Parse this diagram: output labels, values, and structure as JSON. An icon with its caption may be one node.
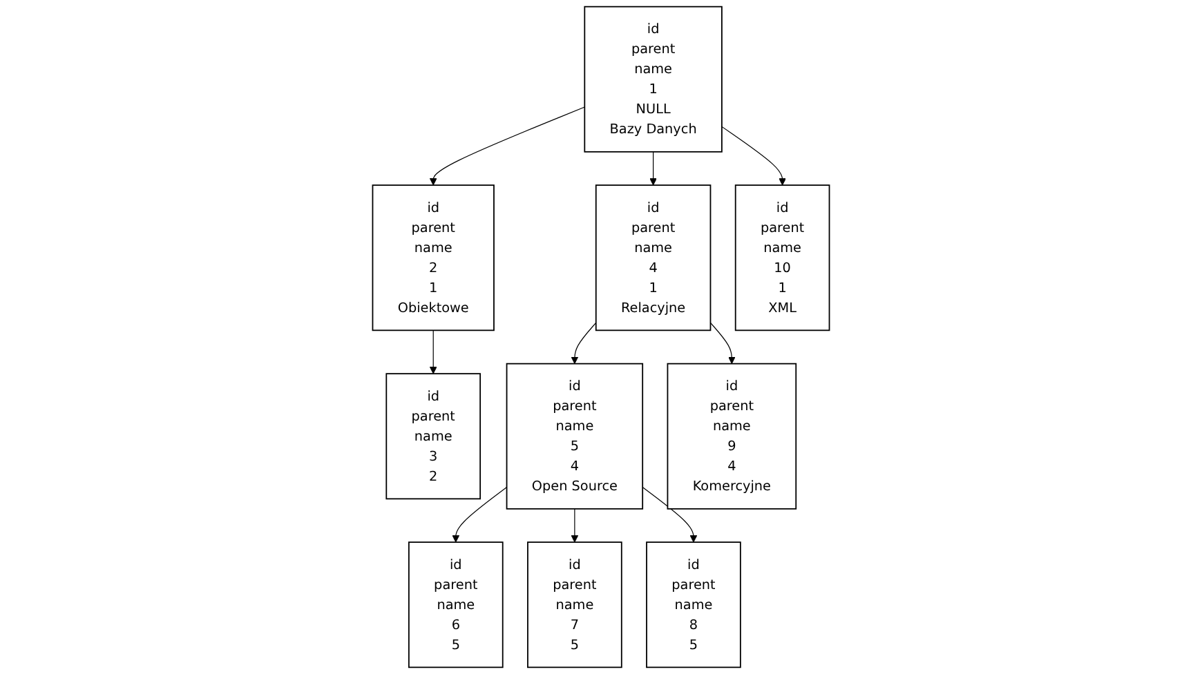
{
  "diagram": {
    "nodes": [
      {
        "text": [
          "id",
          "parent",
          "name",
          "1",
          "NULL",
          "Bazy Danych"
        ]
      },
      {
        "text": [
          "id",
          "parent",
          "name",
          "2",
          "1",
          "Obiektowe"
        ]
      },
      {
        "text": [
          "id",
          "parent",
          "name",
          "4",
          "1",
          "Relacyjne"
        ]
      },
      {
        "text": [
          "id",
          "parent",
          "name",
          "10",
          "1",
          "XML"
        ]
      },
      {
        "text": [
          "id",
          "parent",
          "name",
          "3",
          "2"
        ]
      },
      {
        "text": [
          "id",
          "parent",
          "name",
          "5",
          "4",
          "Open Source"
        ]
      },
      {
        "text": [
          "id",
          "parent",
          "name",
          "9",
          "4",
          "Komercyjne"
        ]
      },
      {
        "text": [
          "id",
          "parent",
          "name",
          "6",
          "5"
        ]
      },
      {
        "text": [
          "id",
          "parent",
          "name",
          "7",
          "5"
        ]
      },
      {
        "text": [
          "id",
          "parent",
          "name",
          "8",
          "5"
        ]
      }
    ],
    "edges": [
      {
        "from": 0,
        "to": 1,
        "arrow": "to"
      },
      {
        "from": 0,
        "to": 2,
        "arrow": "to"
      },
      {
        "from": 0,
        "to": 3,
        "arrow": "to"
      },
      {
        "from": 1,
        "to": 4,
        "arrow": "to"
      },
      {
        "from": 2,
        "to": 5,
        "arrow": "to"
      },
      {
        "from": 2,
        "to": 6,
        "arrow": "to"
      },
      {
        "from": 5,
        "to": 7,
        "arrow": "to"
      },
      {
        "from": 5,
        "to": 8,
        "arrow": "to"
      },
      {
        "from": 5,
        "to": 9,
        "arrow": "to"
      }
    ]
  }
}
